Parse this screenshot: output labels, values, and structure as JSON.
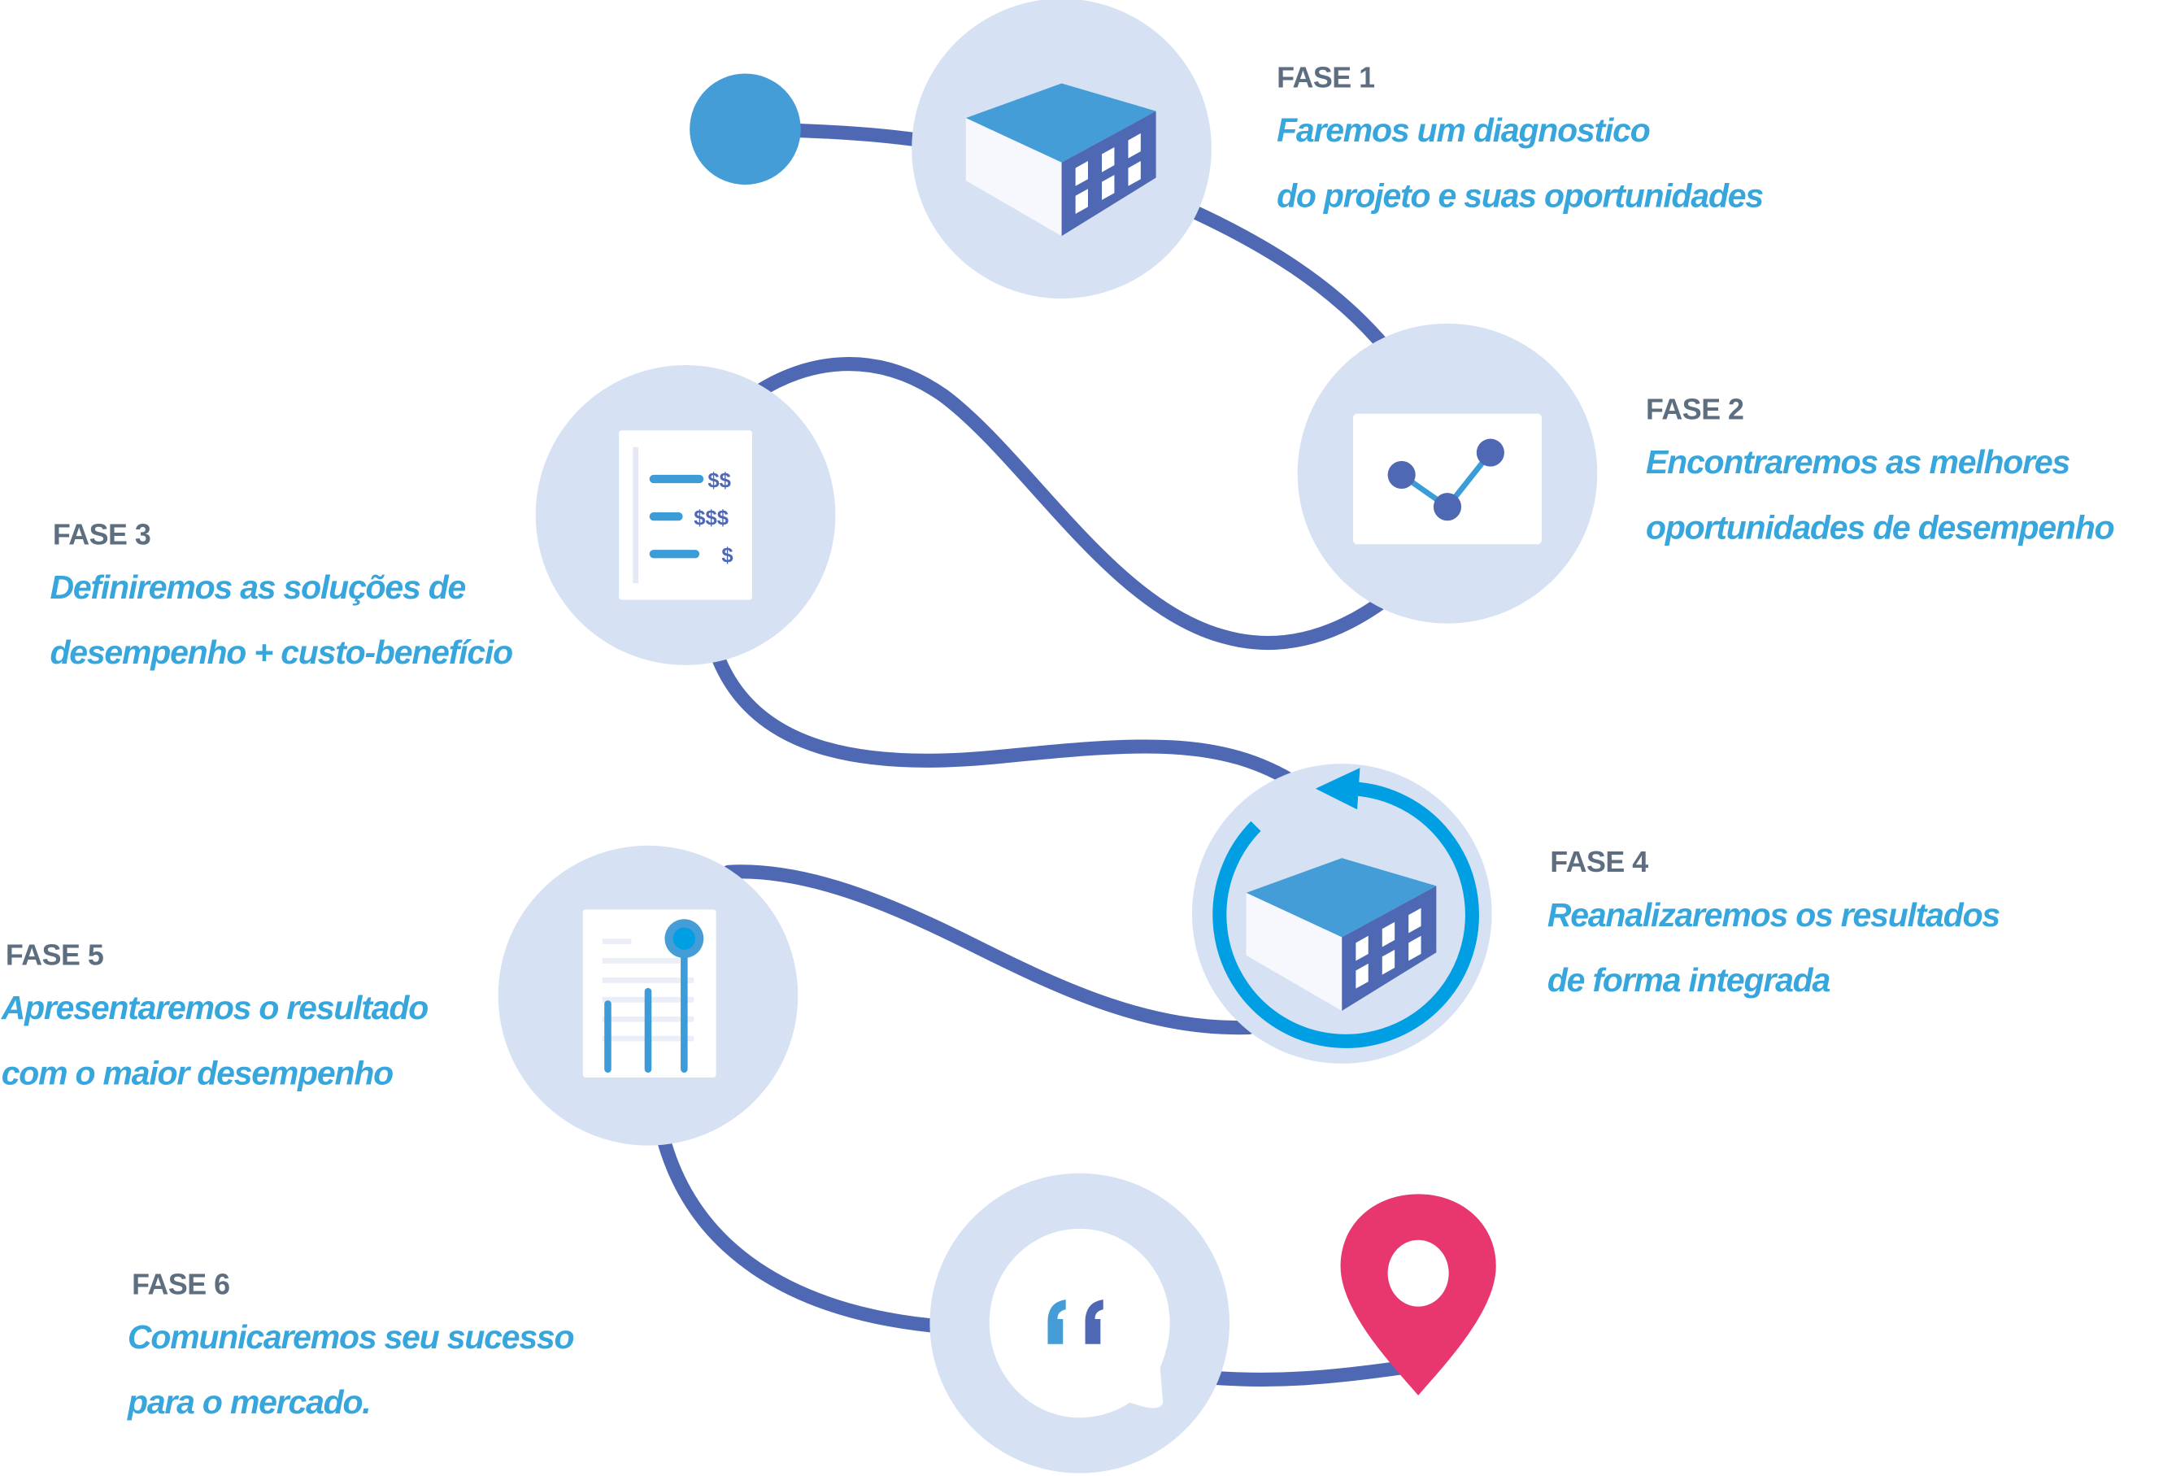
{
  "colors": {
    "path": "#4f68b3",
    "circle": "#d6e2f3",
    "text_accent": "#36a6dd",
    "label": "#5d6e80",
    "pin": "#e8366f",
    "ring": "#009fe3"
  },
  "phases": [
    {
      "label": "FASE 1",
      "lines": [
        "Faremos um diagnostico",
        "do projeto e suas oportunidades"
      ],
      "icon": "building-icon"
    },
    {
      "label": "FASE 2",
      "lines": [
        "Encontraremos as melhores",
        "oportunidades de desempenho"
      ],
      "icon": "line-chart-icon"
    },
    {
      "label": "FASE 3",
      "lines": [
        "Definiremos as soluções de",
        "desempenho + custo-benefício"
      ],
      "icon": "cost-list-icon",
      "icon_text": [
        "$$",
        "$$$",
        "$"
      ]
    },
    {
      "label": "FASE 4",
      "lines": [
        "Reanalizaremos os resultados",
        "de forma integrada"
      ],
      "icon": "building-refresh-icon"
    },
    {
      "label": "FASE 5",
      "lines": [
        "Apresentaremos o resultado",
        "com o maior desempenho"
      ],
      "icon": "bar-report-icon"
    },
    {
      "label": "FASE 6",
      "lines": [
        "Comunicaremos seu sucesso",
        "para o mercado."
      ],
      "icon": "quote-bubble-icon"
    }
  ]
}
